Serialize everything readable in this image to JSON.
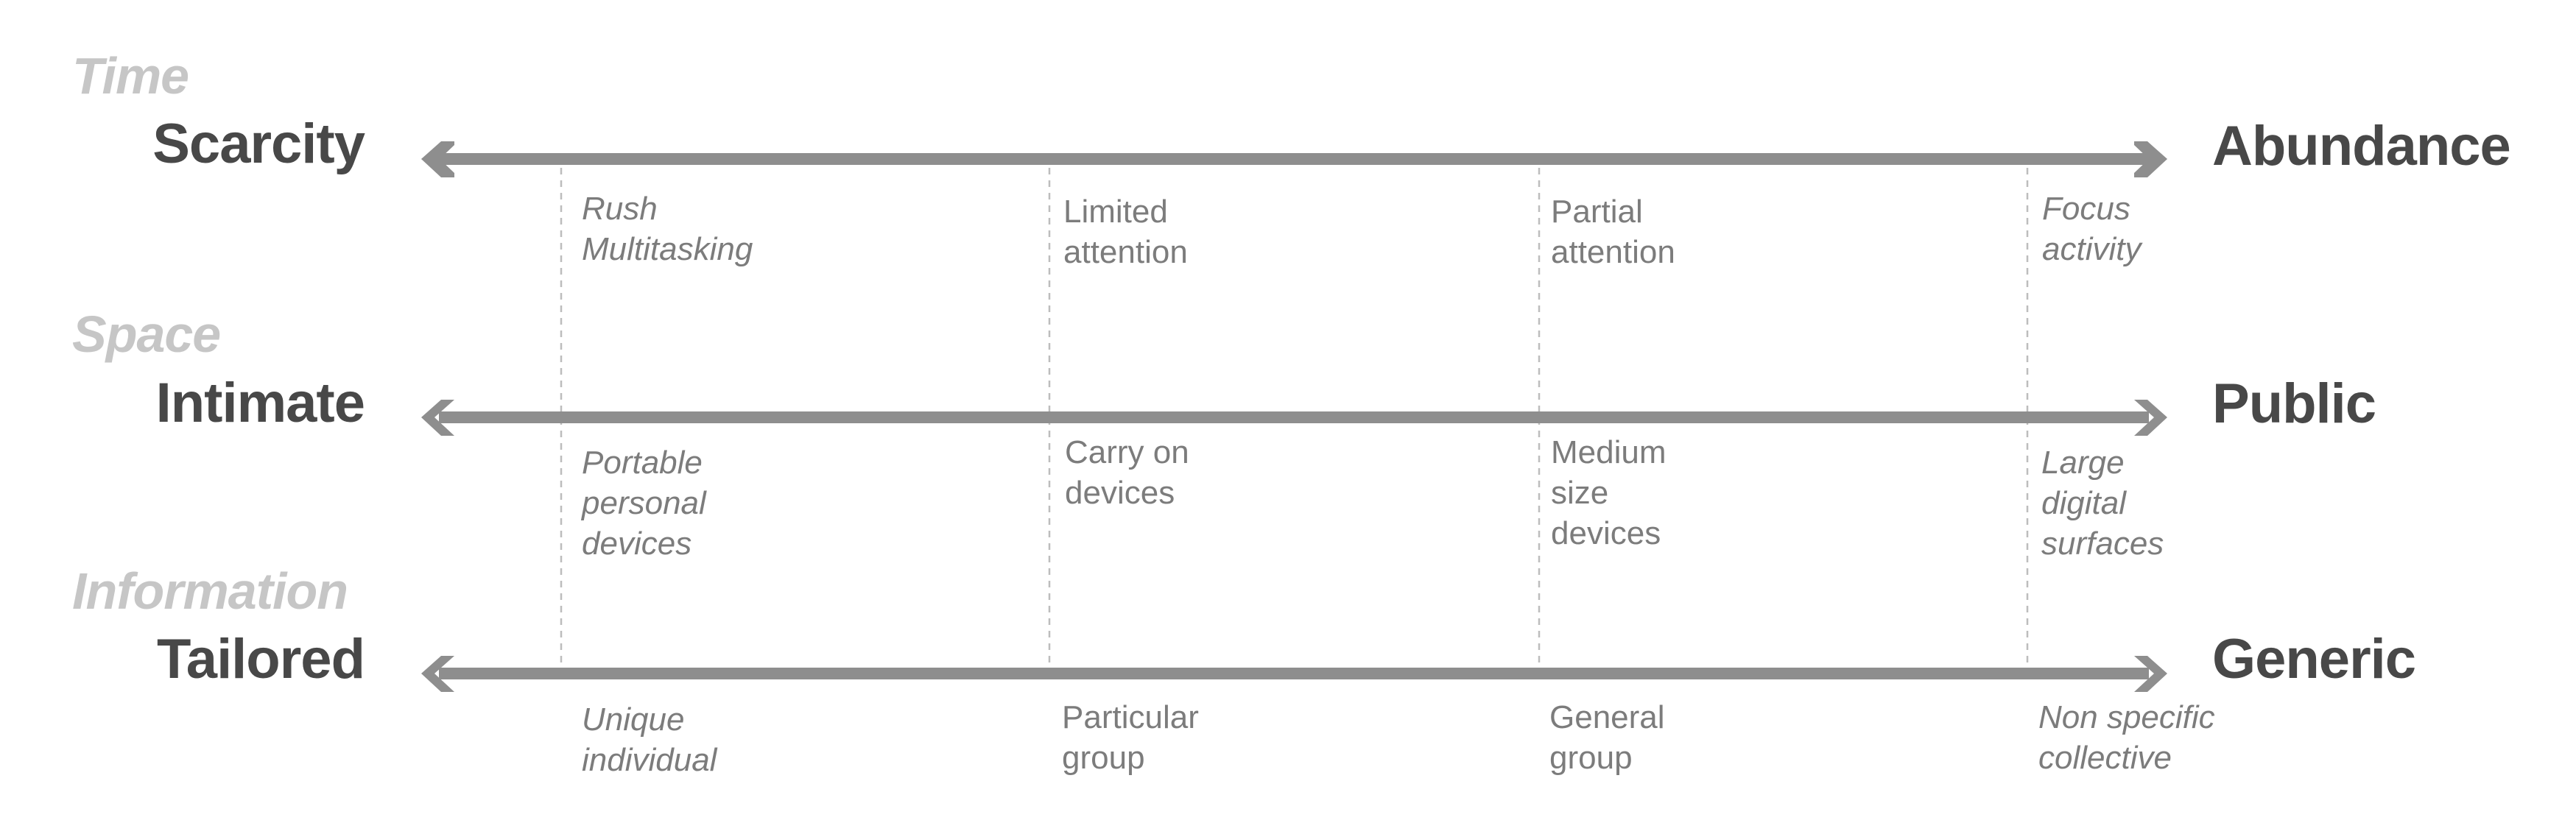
{
  "diagram": {
    "type": "spectrum-scales",
    "colors": {
      "arrow": "#8e8e8e",
      "category_label": "#c6c6c6",
      "pole_label": "#484848",
      "note_text": "#7c7c7c",
      "divider": "#bdbdbd"
    },
    "rows": [
      {
        "category": "Time",
        "left_pole": "Scarcity",
        "right_pole": "Abundance",
        "points": [
          {
            "lines": [
              "Rush",
              "Multitasking"
            ],
            "italic": true
          },
          {
            "lines": [
              "Limited",
              "attention"
            ],
            "italic": false
          },
          {
            "lines": [
              "Partial",
              "attention"
            ],
            "italic": false
          },
          {
            "lines": [
              "Focus",
              "activity"
            ],
            "italic": true
          }
        ]
      },
      {
        "category": "Space",
        "left_pole": "Intimate",
        "right_pole": "Public",
        "points": [
          {
            "lines": [
              "Portable",
              "personal",
              "devices"
            ],
            "italic": true
          },
          {
            "lines": [
              "Carry on",
              "devices"
            ],
            "italic": false
          },
          {
            "lines": [
              "Medium",
              "size",
              "devices"
            ],
            "italic": false
          },
          {
            "lines": [
              "Large",
              "digital",
              "surfaces"
            ],
            "italic": true
          }
        ]
      },
      {
        "category": "Information",
        "left_pole": "Tailored",
        "right_pole": "Generic",
        "points": [
          {
            "lines": [
              "Unique",
              "individual"
            ],
            "italic": true
          },
          {
            "lines": [
              "Particular",
              "group"
            ],
            "italic": false
          },
          {
            "lines": [
              "General",
              "group"
            ],
            "italic": false
          },
          {
            "lines": [
              "Non specific",
              "collective"
            ],
            "italic": true
          }
        ]
      }
    ]
  }
}
